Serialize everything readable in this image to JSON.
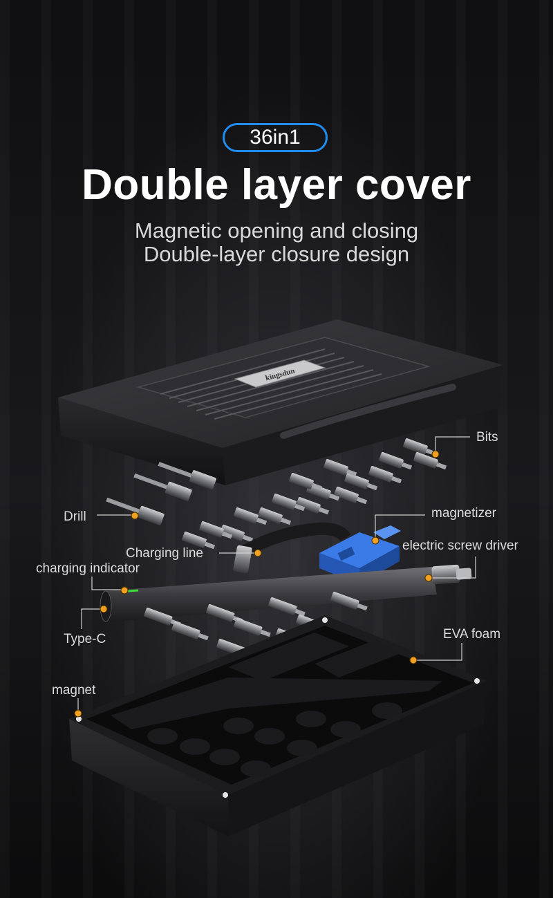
{
  "header": {
    "badge": "36in1",
    "title": "Double layer cover",
    "subtitle_line1": "Magnetic opening and closing",
    "subtitle_line2": "Double-layer closure design"
  },
  "product": {
    "logo_text": "kingsdun"
  },
  "callouts": {
    "bits": "Bits",
    "drill": "Drill",
    "magnetizer": "magnetizer",
    "charging_line": "Charging line",
    "electric_screw_driver": "electric screw driver",
    "charging_indicator": "charging indicator",
    "type_c": "Type-C",
    "eva_foam": "EVA foam",
    "magnet": "magnet"
  },
  "colors": {
    "accent_blue": "#1f8cf0",
    "marker_orange": "#f0a020",
    "magnetizer_blue": "#2f6fd6",
    "indicator_green": "#3ddc3d"
  }
}
